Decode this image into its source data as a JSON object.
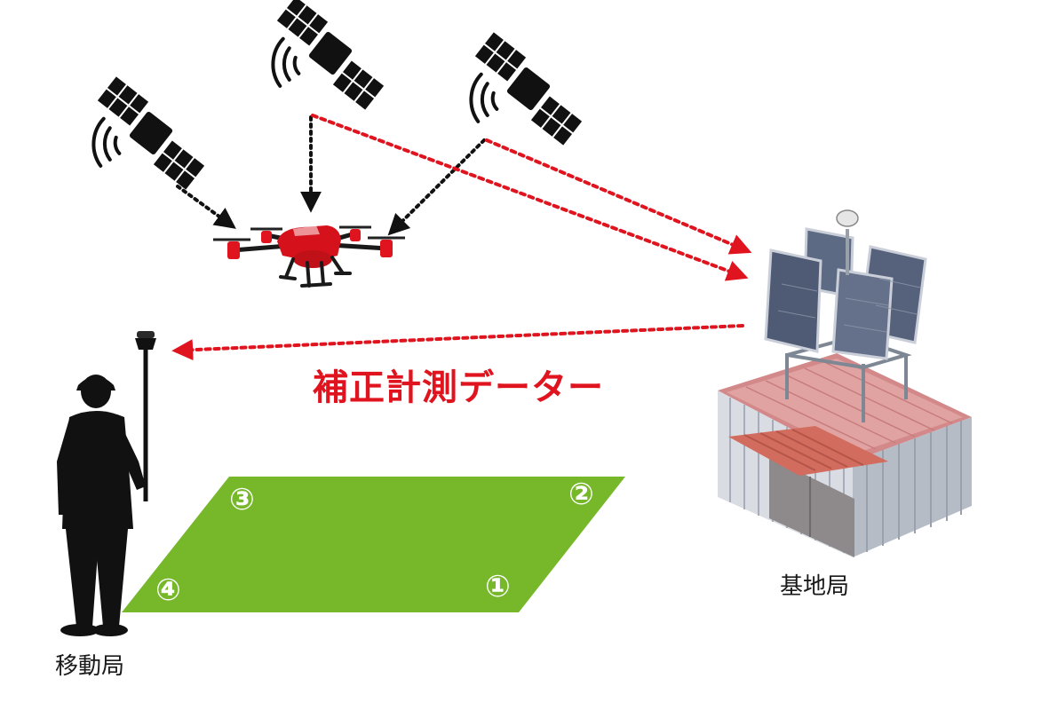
{
  "labels": {
    "correction_data": "補正計測データー",
    "base_station": "基地局",
    "rover_station": "移動局"
  },
  "field_points": [
    "①",
    "②",
    "③",
    "④"
  ],
  "colors": {
    "correction_arrow": "#e0141e",
    "signal_arrow": "#111111",
    "field": "#76b82a",
    "field_number": "#ffffff",
    "label_text": "#1a1a1a",
    "correction_text": "#e0141e"
  },
  "icons": [
    "satellite-icon",
    "drone-icon",
    "base-station-building-icon",
    "solar-panel-icon",
    "surveyor-silhouette-icon",
    "gnss-antenna-icon"
  ]
}
